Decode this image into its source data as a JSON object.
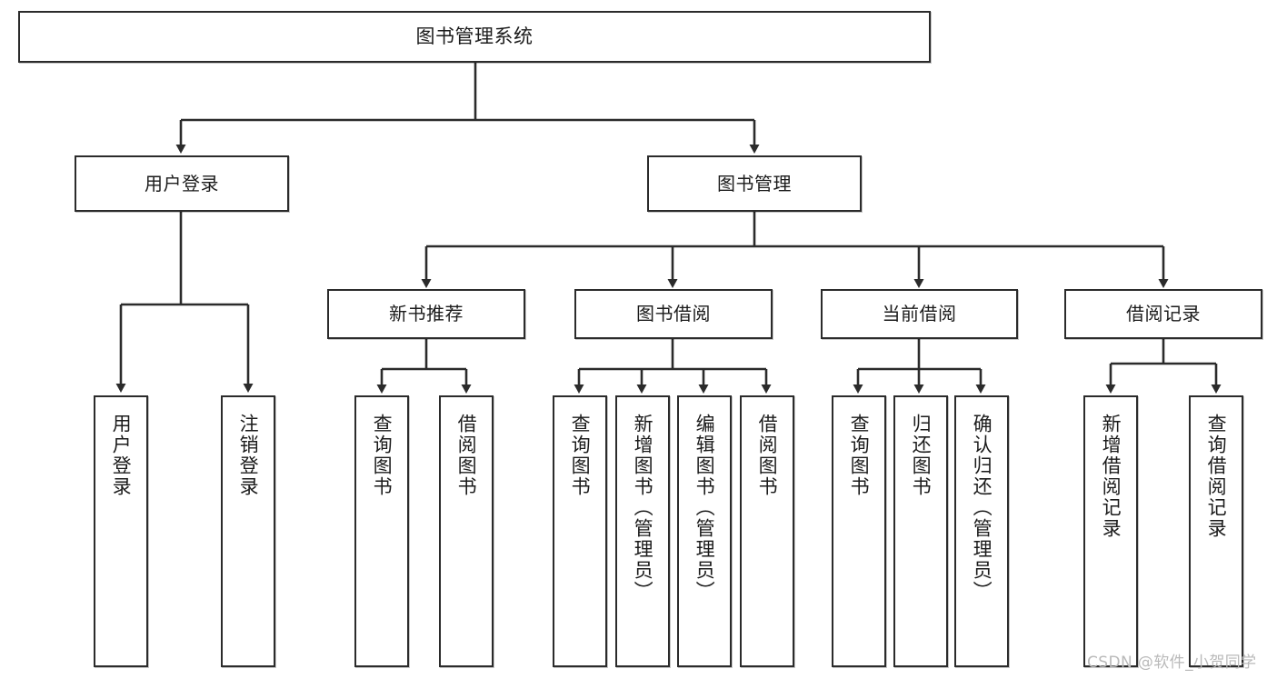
{
  "diagram": {
    "type": "tree",
    "title": "图书管理系统",
    "watermark": "CSDN @软件_小贺同学",
    "colors": {
      "box_border": "#2b2b2b",
      "box_fill": "#ffffff",
      "edge": "#2b2b2b",
      "text": "#1b1b1b",
      "watermark": "#b9b9b9",
      "background": "#ffffff"
    },
    "nodes": {
      "root": {
        "label": "图书管理系统"
      },
      "level1": [
        {
          "id": "user-login",
          "label": "用户登录"
        },
        {
          "id": "book-manage",
          "label": "图书管理"
        }
      ],
      "level2": [
        {
          "id": "new-book-recommend",
          "label": "新书推荐"
        },
        {
          "id": "book-borrow",
          "label": "图书借阅"
        },
        {
          "id": "current-borrow",
          "label": "当前借阅"
        },
        {
          "id": "borrow-record",
          "label": "借阅记录"
        }
      ],
      "leaves": {
        "user_login": [
          {
            "id": "leaf-user-login",
            "label": "用户登录"
          },
          {
            "id": "leaf-logout-login",
            "label": "注销登录"
          }
        ],
        "new_book_recommend": [
          {
            "id": "leaf-query-book-1",
            "label": "查询图书"
          },
          {
            "id": "leaf-borrow-book-1",
            "label": "借阅图书"
          }
        ],
        "book_borrow": [
          {
            "id": "leaf-query-book-2",
            "label": "查询图书"
          },
          {
            "id": "leaf-add-book",
            "label": "新增图书（管理员）"
          },
          {
            "id": "leaf-edit-book",
            "label": "编辑图书（管理员）"
          },
          {
            "id": "leaf-borrow-book-2",
            "label": "借阅图书"
          }
        ],
        "current_borrow": [
          {
            "id": "leaf-query-book-3",
            "label": "查询图书"
          },
          {
            "id": "leaf-return-book",
            "label": "归还图书"
          },
          {
            "id": "leaf-confirm-return",
            "label": "确认归还（管理员）"
          }
        ],
        "borrow_record": [
          {
            "id": "leaf-add-record",
            "label": "新增借阅记录"
          },
          {
            "id": "leaf-query-record",
            "label": "查询借阅记录"
          }
        ]
      }
    }
  }
}
